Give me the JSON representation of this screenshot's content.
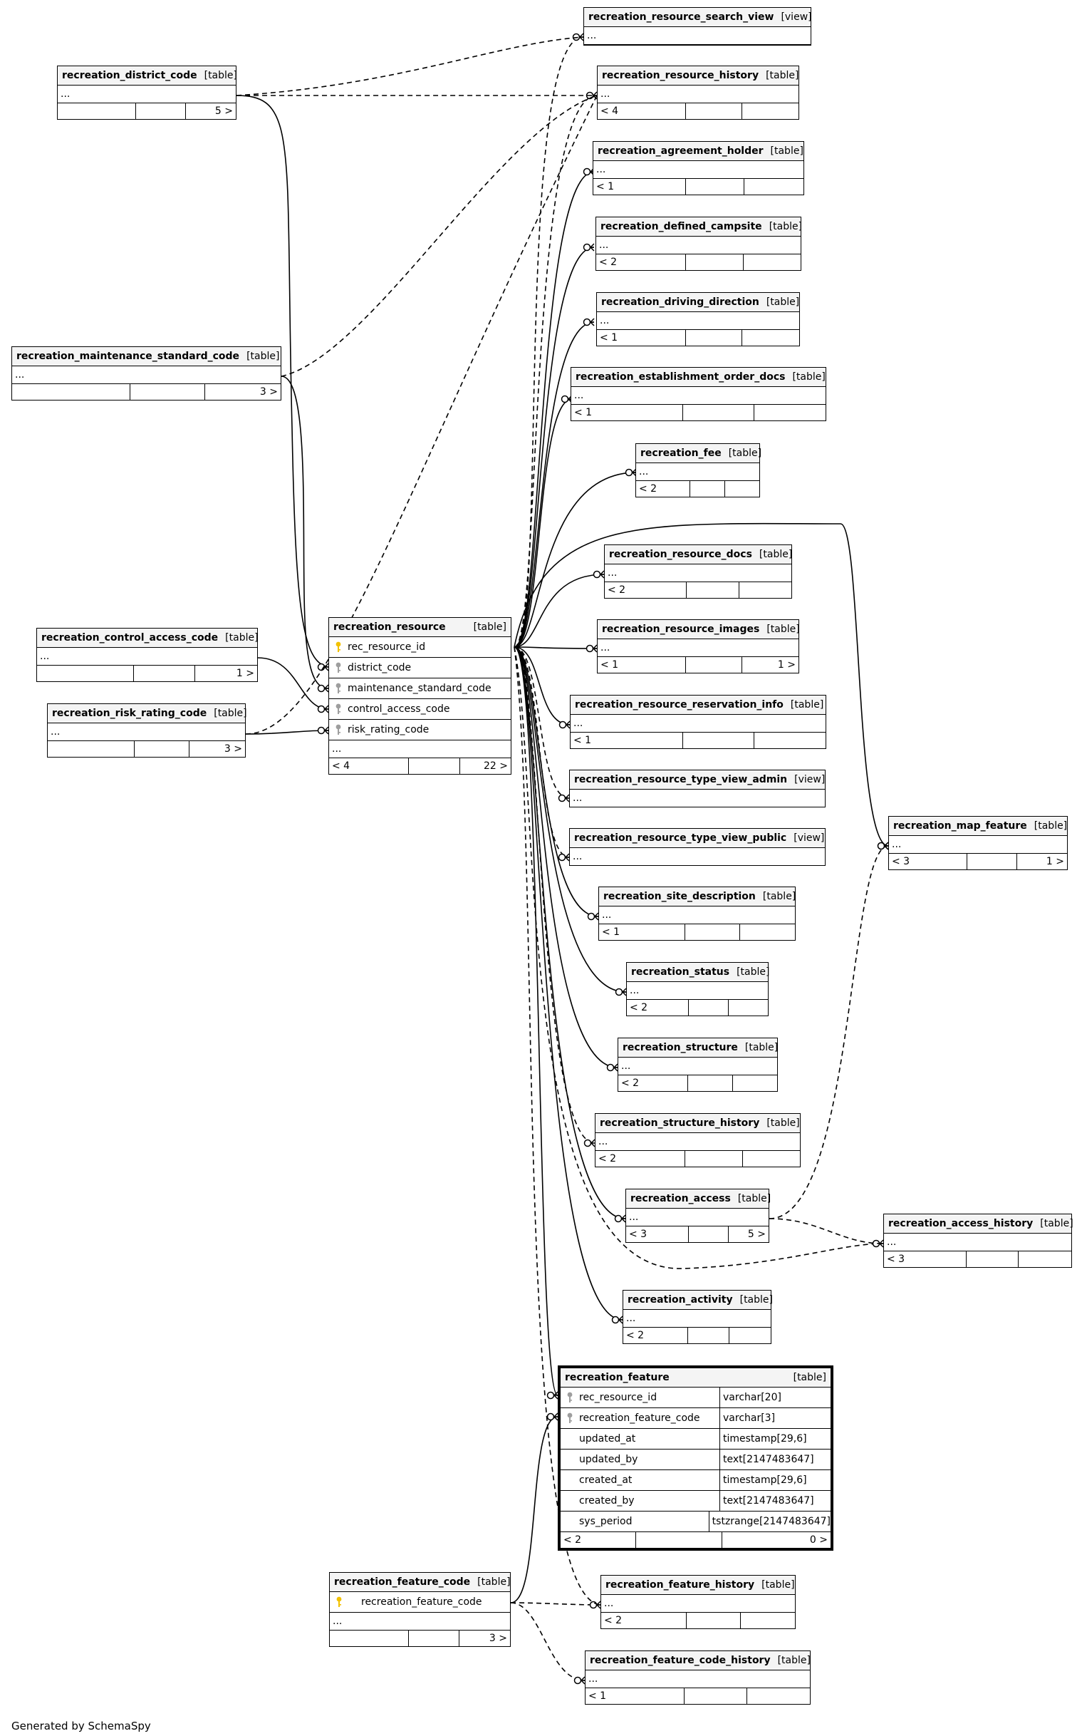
{
  "footer": "Generated by SchemaSpy",
  "colors": {
    "line": "#000000",
    "header_bg": "#f4f4f4",
    "primary_key": "#f2c100",
    "foreign_key": "#9e9e9e"
  },
  "icons": {
    "primary_key": "key-icon-gold",
    "foreign_key": "key-icon-gray"
  },
  "focus_table": {
    "name": "recreation_feature",
    "kind": "[table]",
    "columns": [
      {
        "name": "rec_resource_id",
        "type": "varchar[20]",
        "key": "fk"
      },
      {
        "name": "recreation_feature_code",
        "type": "varchar[3]",
        "key": "fk"
      },
      {
        "name": "updated_at",
        "type": "timestamp[29,6]",
        "key": ""
      },
      {
        "name": "updated_by",
        "type": "text[2147483647]",
        "key": ""
      },
      {
        "name": "created_at",
        "type": "timestamp[29,6]",
        "key": ""
      },
      {
        "name": "created_by",
        "type": "text[2147483647]",
        "key": ""
      },
      {
        "name": "sys_period",
        "type": "tstzrange[2147483647]",
        "key": ""
      }
    ],
    "parents": "< 2",
    "children": "0 >"
  },
  "recreation_resource": {
    "name": "recreation_resource",
    "kind": "[table]",
    "columns": [
      {
        "name": "rec_resource_id",
        "key": "pk"
      },
      {
        "name": "district_code",
        "key": "fk"
      },
      {
        "name": "maintenance_standard_code",
        "key": "fk"
      },
      {
        "name": "control_access_code",
        "key": "fk"
      },
      {
        "name": "risk_rating_code",
        "key": "fk"
      }
    ],
    "ellipsis": "...",
    "parents": "< 4",
    "children": "22 >"
  },
  "recreation_feature_code": {
    "name": "recreation_feature_code",
    "kind": "[table]",
    "columns": [
      {
        "name": "recreation_feature_code",
        "key": "pk"
      }
    ],
    "ellipsis": "...",
    "parents": "",
    "children": "3 >"
  },
  "tables": [
    {
      "id": "t_search_view",
      "name": "recreation_resource_search_view",
      "kind": "[view]",
      "ellipsis": "...",
      "view": true
    },
    {
      "id": "t_res_history",
      "name": "recreation_resource_history",
      "kind": "[table]",
      "ellipsis": "...",
      "parents": "< 4",
      "children": ""
    },
    {
      "id": "t_district",
      "name": "recreation_district_code",
      "kind": "[table]",
      "ellipsis": "...",
      "parents": "",
      "children": "5 >"
    },
    {
      "id": "t_agreement",
      "name": "recreation_agreement_holder",
      "kind": "[table]",
      "ellipsis": "...",
      "parents": "< 1",
      "children": ""
    },
    {
      "id": "t_campsite",
      "name": "recreation_defined_campsite",
      "kind": "[table]",
      "ellipsis": "...",
      "parents": "< 2",
      "children": ""
    },
    {
      "id": "t_driving",
      "name": "recreation_driving_direction",
      "kind": "[table]",
      "ellipsis": "...",
      "parents": "< 1",
      "children": ""
    },
    {
      "id": "t_maint",
      "name": "recreation_maintenance_standard_code",
      "kind": "[table]",
      "ellipsis": "...",
      "parents": "",
      "children": "3 >"
    },
    {
      "id": "t_estab",
      "name": "recreation_establishment_order_docs",
      "kind": "[table]",
      "ellipsis": "...",
      "parents": "< 1",
      "children": ""
    },
    {
      "id": "t_fee",
      "name": "recreation_fee",
      "kind": "[table]",
      "ellipsis": "...",
      "parents": "< 2",
      "children": ""
    },
    {
      "id": "t_docs",
      "name": "recreation_resource_docs",
      "kind": "[table]",
      "ellipsis": "...",
      "parents": "< 2",
      "children": ""
    },
    {
      "id": "t_images",
      "name": "recreation_resource_images",
      "kind": "[table]",
      "ellipsis": "...",
      "parents": "< 1",
      "children": "1 >"
    },
    {
      "id": "t_control",
      "name": "recreation_control_access_code",
      "kind": "[table]",
      "ellipsis": "...",
      "parents": "",
      "children": "1 >"
    },
    {
      "id": "t_risk",
      "name": "recreation_risk_rating_code",
      "kind": "[table]",
      "ellipsis": "...",
      "parents": "",
      "children": "3 >"
    },
    {
      "id": "t_reserv",
      "name": "recreation_resource_reservation_info",
      "kind": "[table]",
      "ellipsis": "...",
      "parents": "< 1",
      "children": ""
    },
    {
      "id": "t_type_admin",
      "name": "recreation_resource_type_view_admin",
      "kind": "[view]",
      "ellipsis": "...",
      "view": true
    },
    {
      "id": "t_type_public",
      "name": "recreation_resource_type_view_public",
      "kind": "[view]",
      "ellipsis": "...",
      "view": true
    },
    {
      "id": "t_map",
      "name": "recreation_map_feature",
      "kind": "[table]",
      "ellipsis": "...",
      "parents": "< 3",
      "children": "1 >"
    },
    {
      "id": "t_site",
      "name": "recreation_site_description",
      "kind": "[table]",
      "ellipsis": "...",
      "parents": "< 1",
      "children": ""
    },
    {
      "id": "t_status",
      "name": "recreation_status",
      "kind": "[table]",
      "ellipsis": "...",
      "parents": "< 2",
      "children": ""
    },
    {
      "id": "t_structure",
      "name": "recreation_structure",
      "kind": "[table]",
      "ellipsis": "...",
      "parents": "< 2",
      "children": ""
    },
    {
      "id": "t_struct_hist",
      "name": "recreation_structure_history",
      "kind": "[table]",
      "ellipsis": "...",
      "parents": "< 2",
      "children": ""
    },
    {
      "id": "t_access",
      "name": "recreation_access",
      "kind": "[table]",
      "ellipsis": "...",
      "parents": "< 3",
      "children": "5 >"
    },
    {
      "id": "t_access_hist",
      "name": "recreation_access_history",
      "kind": "[table]",
      "ellipsis": "...",
      "parents": "< 3",
      "children": ""
    },
    {
      "id": "t_activity",
      "name": "recreation_activity",
      "kind": "[table]",
      "ellipsis": "...",
      "parents": "< 2",
      "children": ""
    },
    {
      "id": "t_feat_hist",
      "name": "recreation_feature_history",
      "kind": "[table]",
      "ellipsis": "...",
      "parents": "< 2",
      "children": ""
    },
    {
      "id": "t_fc_hist",
      "name": "recreation_feature_code_history",
      "kind": "[table]",
      "ellipsis": "...",
      "parents": "< 1",
      "children": ""
    }
  ]
}
